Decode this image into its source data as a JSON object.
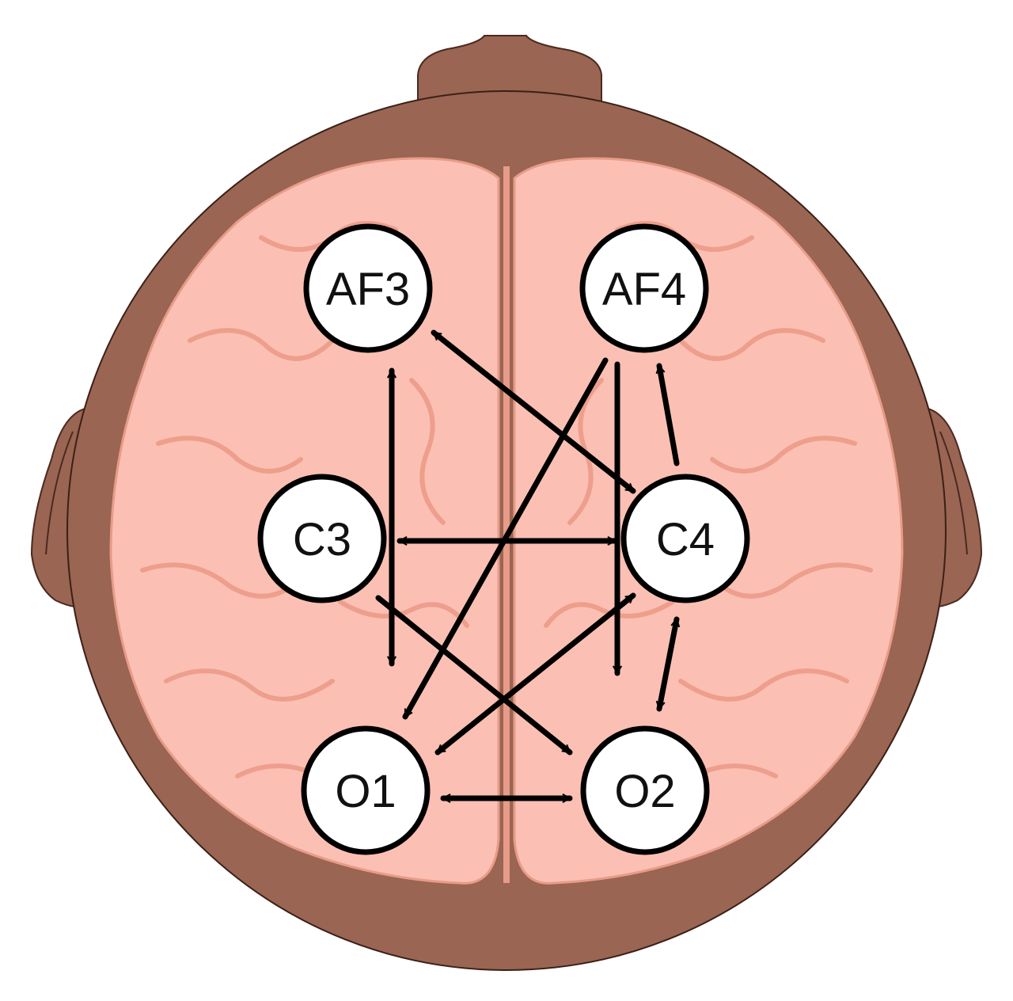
{
  "diagram": {
    "colors": {
      "skin": "#9a6552",
      "skin_outline": "#4a2a20",
      "brain": "#fbc0b3",
      "brain_sulcus": "#e89b89",
      "node_fill": "#ffffff",
      "stroke": "#000000"
    },
    "nodes": [
      {
        "id": "AF3",
        "label": "AF3"
      },
      {
        "id": "AF4",
        "label": "AF4"
      },
      {
        "id": "C3",
        "label": "C3"
      },
      {
        "id": "C4",
        "label": "C4"
      },
      {
        "id": "O1",
        "label": "O1"
      },
      {
        "id": "O2",
        "label": "O2"
      }
    ],
    "connections": [
      {
        "from": "AF3",
        "to": "O1",
        "direction": "bidirectional"
      },
      {
        "from": "AF3",
        "to": "C4",
        "direction": "bidirectional"
      },
      {
        "from": "AF4",
        "to": "O1",
        "direction": "forward"
      },
      {
        "from": "AF4",
        "to": "O2",
        "direction": "forward"
      },
      {
        "from": "C4",
        "to": "AF4",
        "direction": "forward"
      },
      {
        "from": "C3",
        "to": "C4",
        "direction": "bidirectional"
      },
      {
        "from": "C3",
        "to": "O2",
        "direction": "forward"
      },
      {
        "from": "O1",
        "to": "C4",
        "direction": "bidirectional"
      },
      {
        "from": "C4",
        "to": "O2",
        "direction": "bidirectional"
      },
      {
        "from": "O1",
        "to": "O2",
        "direction": "bidirectional"
      }
    ]
  }
}
